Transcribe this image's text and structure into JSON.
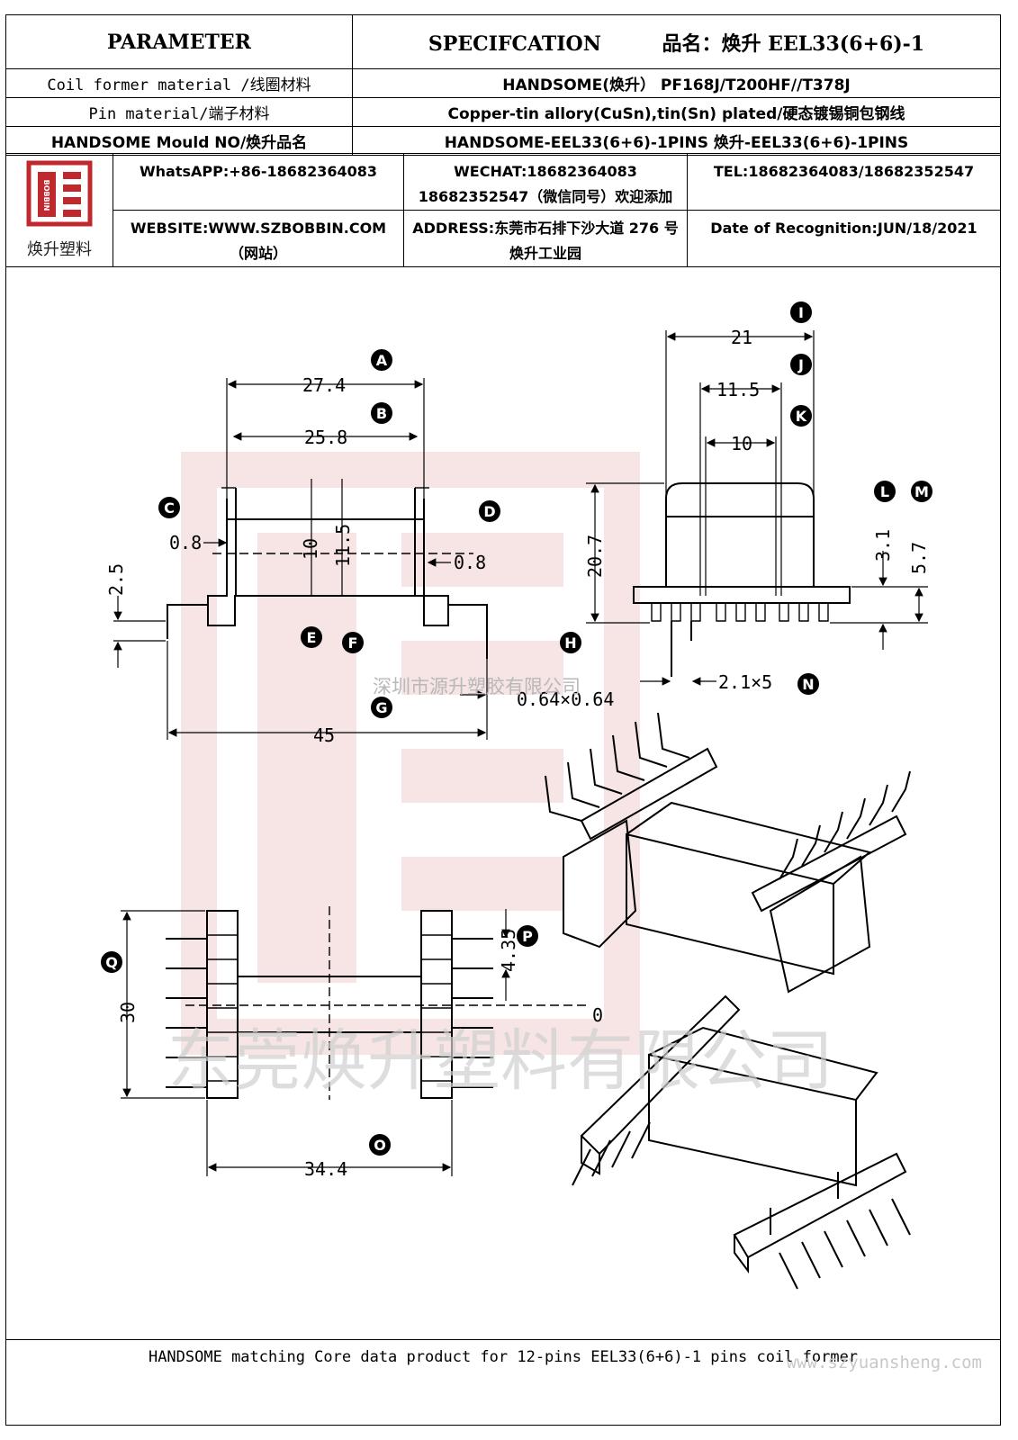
{
  "header": {
    "col1": "PARAMETER",
    "col2": "SPECIFCATION",
    "product_label": "品名：",
    "product_name": "焕升 EEL33(6+6)-1"
  },
  "rows": [
    {
      "label": "Coil former material /线圈材料",
      "value": "HANDSOME(焕升）   PF168J/T200HF//T378J"
    },
    {
      "label": "Pin material/端子材料",
      "value": "Copper-tin allory(CuSn),tin(Sn) plated/硬态镀锡铜包钢线"
    },
    {
      "label": "HANDSOME Mould NO/焕升品名",
      "value": "HANDSOME-EEL33(6+6)-1PINS    焕升-EEL33(6+6)-1PINS"
    }
  ],
  "logo": {
    "caption": "焕升塑料",
    "mark": "BOBBIN"
  },
  "contact": {
    "whatsapp": "WhatsAPP:+86-18682364083",
    "wechat_line1": "WECHAT:18682364083",
    "wechat_line2": "18682352547（微信同号）欢迎添加",
    "tel": "TEL:18682364083/18682352547",
    "website": "WEBSITE:WWW.SZBOBBIN.COM（网站）",
    "address": "ADDRESS:东莞市石排下沙大道 276 号焕升工业园",
    "date": "Date of Recognition:JUN/18/2021"
  },
  "drawing": {
    "dims": {
      "A": "27.4",
      "B": "25.8",
      "C_left": "0.8",
      "D_right": "0.8",
      "h10": "10",
      "h11_5": "11.5",
      "h2_5": "2.5",
      "G": "45",
      "pin": "0.64×0.64",
      "I": "21",
      "J": "11.5",
      "K": "10",
      "H": "20.7",
      "L": "3.1",
      "M": "5.7",
      "N": "2.1×5",
      "Q": "30",
      "O": "34.4",
      "P": "4.35",
      "zero": "0"
    },
    "callouts": [
      "A",
      "B",
      "C",
      "D",
      "E",
      "F",
      "G",
      "H",
      "I",
      "J",
      "K",
      "L",
      "M",
      "N",
      "O",
      "P",
      "Q"
    ],
    "watermark_small": "深圳市源升塑胶有限公司",
    "watermark_large": "东莞焕升塑料有限公司"
  },
  "footer": {
    "text": "HANDSOME matching Core data  product for 12-pins EEL33(6+6)-1 pins coil former",
    "site": "www.szyuansheng.com"
  }
}
